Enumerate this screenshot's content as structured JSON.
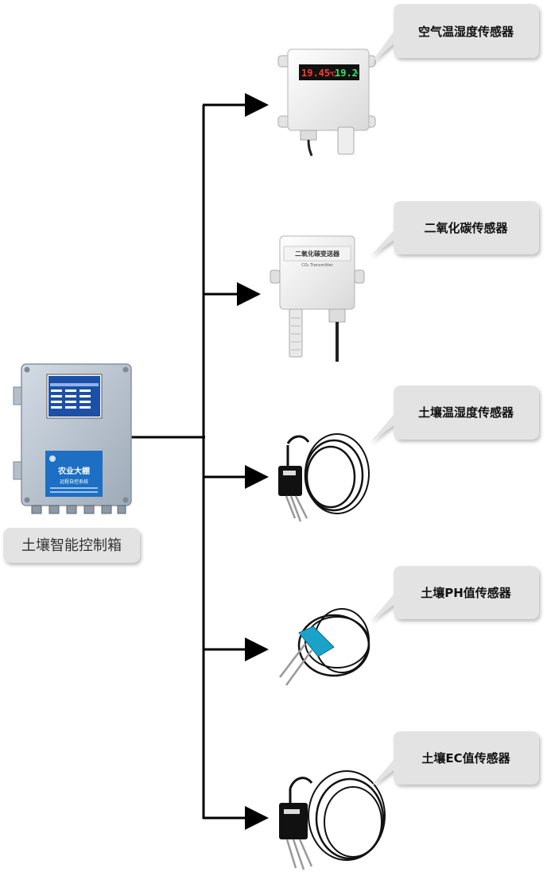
{
  "controller": {
    "label": "土壤智能控制箱",
    "panel_title": "农业大棚",
    "panel_subtitle": "远程自控系统"
  },
  "sensors": [
    {
      "label": "空气温湿度传感器",
      "display_left": "19.45",
      "display_unit": "℃",
      "display_right": "19.2",
      "display_unit_right": "%"
    },
    {
      "label": "二氧化碳传感器",
      "device_text": "二氧化碳变送器",
      "device_subtext": "CO₂ Transmitter"
    },
    {
      "label": "土壤温湿度传感器"
    },
    {
      "label": "土壤PH值传感器"
    },
    {
      "label": "土壤EC值传感器"
    }
  ],
  "colors": {
    "line": "#000000",
    "bubble": "#e3e3e3",
    "control_box": "#b9c3cf",
    "panel_blue": "#1c6fc2",
    "lcd_red": "#ff3b2f",
    "lcd_green": "#35e06a"
  }
}
